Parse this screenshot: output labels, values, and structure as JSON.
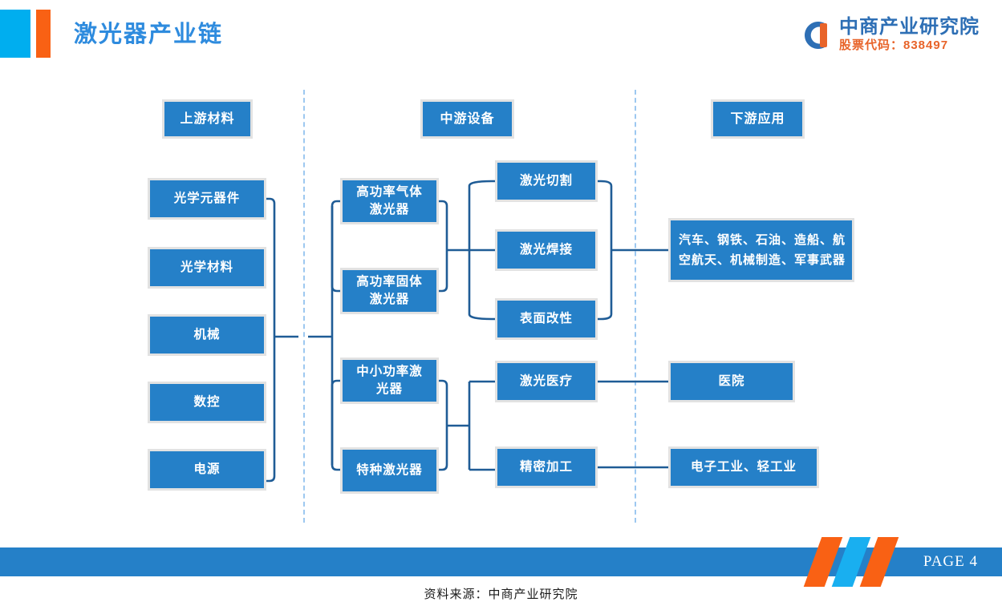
{
  "header": {
    "title": "激光器产业链",
    "logo_blue_square": "logo-blue-square",
    "logo_orange_bar": "logo-orange-bar",
    "brand_name": "中商产业研究院",
    "brand_code": "股票代码：838497"
  },
  "colors": {
    "node_fill": "#2580C8",
    "node_border": "#E2E2E2",
    "connector": "#1F5C96",
    "divider": "#9DC8F0",
    "title_blue": "#2E8BDE",
    "accent_light_blue": "#00AEEF",
    "accent_orange": "#F96114",
    "footer_band": "#2580C8"
  },
  "columns": {
    "upstream": {
      "header": "上游材料"
    },
    "midstream": {
      "header": "中游设备"
    },
    "downstream": {
      "header": "下游应用"
    }
  },
  "nodes": {
    "upstream_items": [
      "光学元器件",
      "光学材料",
      "机械",
      "数控",
      "电源"
    ],
    "equipment_items": [
      "高功率气体\n激光器",
      "高功率固体\n激光器",
      "中小功率激\n光器",
      "特种激光器"
    ],
    "process_items": [
      "激光切割",
      "激光焊接",
      "表面改性",
      "激光医疗",
      "精密加工"
    ],
    "application_items": [
      "汽车、钢铁、石油、造船、航空航天、机械制造、军事武器",
      "医院",
      "电子工业、轻工业"
    ]
  },
  "source_note": "资料来源：中商产业研究院",
  "footer": {
    "page_label": "PAGE 4"
  }
}
